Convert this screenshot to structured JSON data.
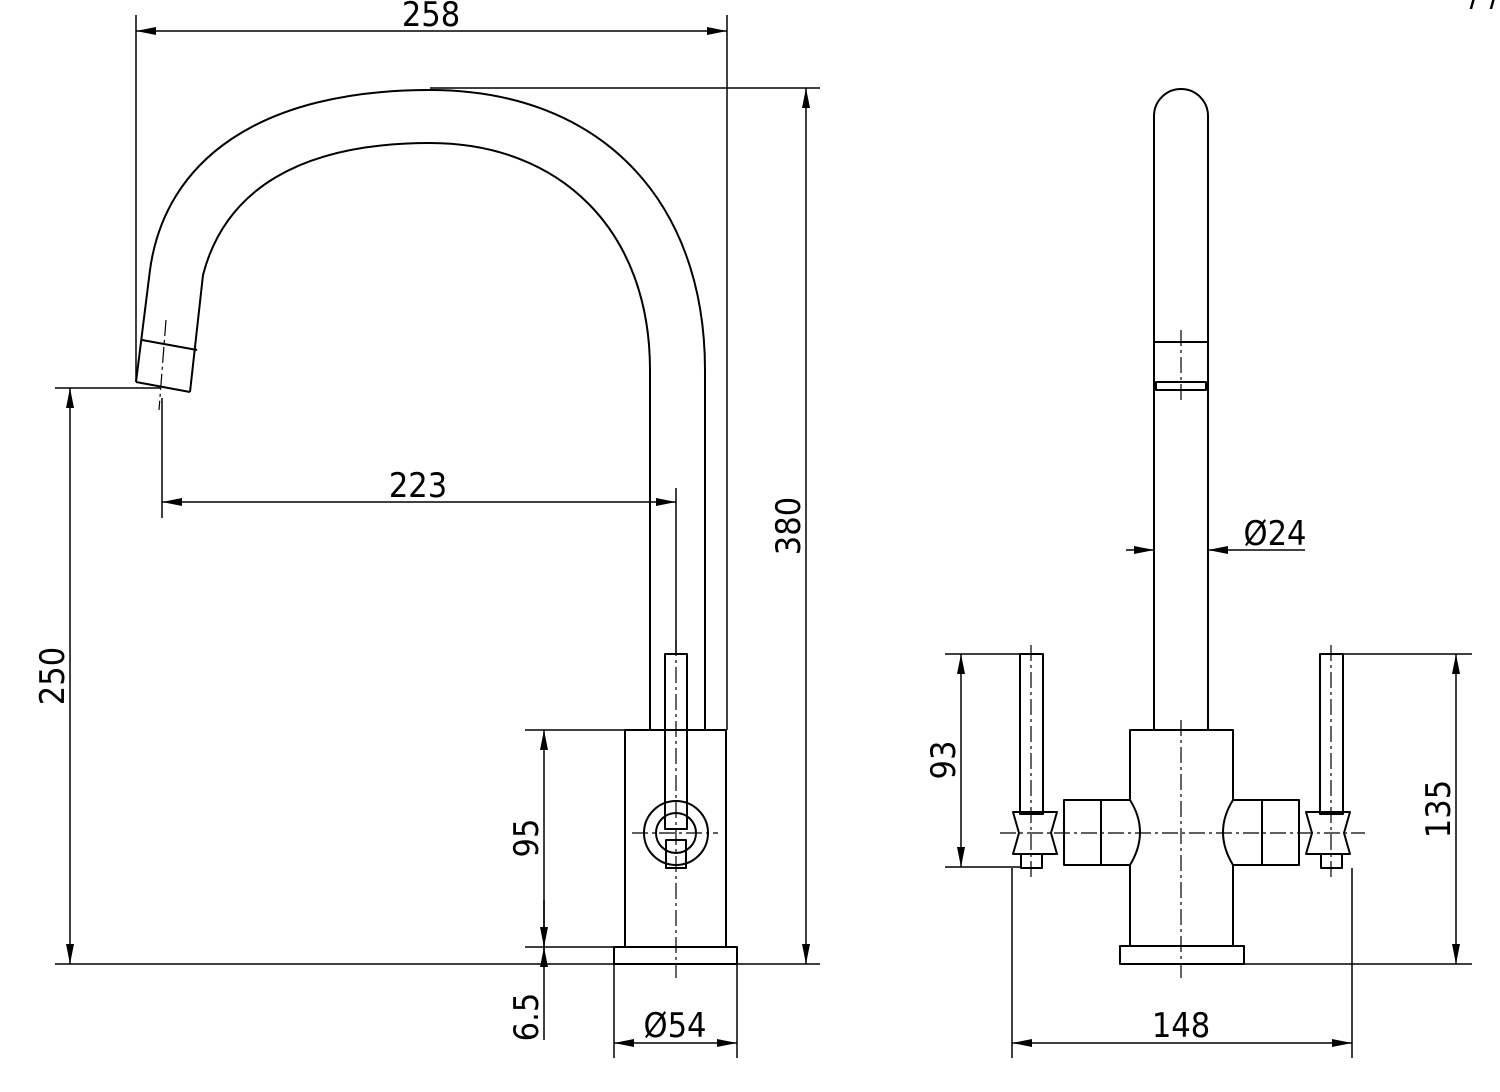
{
  "dimensions": {
    "overall_reach": "258",
    "overall_height": "380",
    "spout_reach": "223",
    "spout_outlet_height": "250",
    "body_height": "95",
    "base_thickness": "6.5",
    "base_diameter": "Ø54",
    "spout_diameter": "Ø24",
    "handle_height": "93",
    "handle_top_height": "135",
    "handle_span": "148"
  },
  "corner_mark": "/ /"
}
